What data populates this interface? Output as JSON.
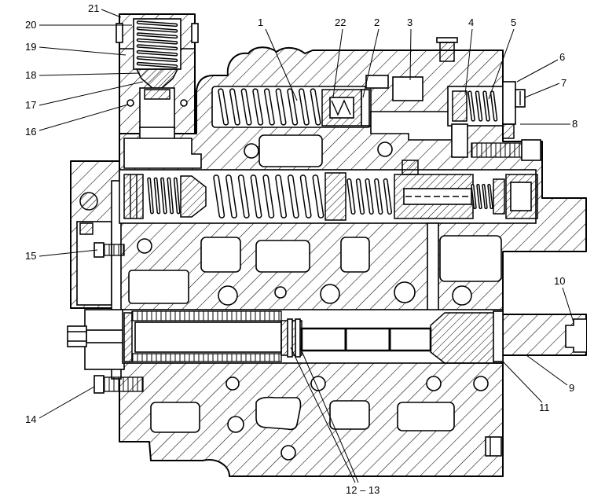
{
  "figure": {
    "callouts": [
      "1",
      "2",
      "3",
      "4",
      "5",
      "6",
      "7",
      "8",
      "9",
      "10",
      "11",
      "12 – 13",
      "14",
      "15",
      "16",
      "17",
      "18",
      "19",
      "20",
      "21",
      "22"
    ]
  },
  "colors": {
    "line": "#000000",
    "background": "#ffffff"
  }
}
